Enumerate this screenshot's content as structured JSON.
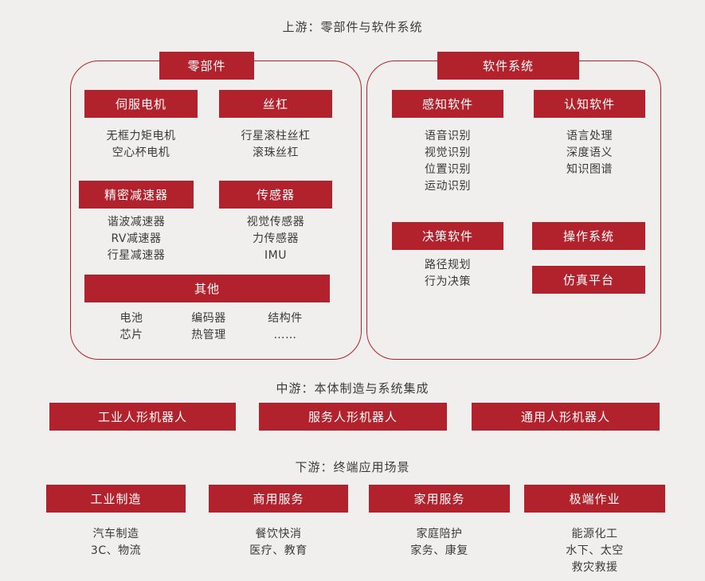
{
  "colors": {
    "accent_red": "#b2222c",
    "background": "#f0efed",
    "text": "#3a3a3a",
    "label_text": "#ffffff"
  },
  "upstream": {
    "title": "上游：零部件与软件系统",
    "components": {
      "tab": "零部件",
      "groups": [
        {
          "label": "伺服电机",
          "items": [
            "无框力矩电机",
            "空心杯电机"
          ]
        },
        {
          "label": "丝杠",
          "items": [
            "行星滚柱丝杠",
            "滚珠丝杠"
          ]
        },
        {
          "label": "精密减速器",
          "items": [
            "谐波减速器",
            "RV减速器",
            "行星减速器"
          ]
        },
        {
          "label": "传感器",
          "items": [
            "视觉传感器",
            "力传感器",
            "IMU"
          ]
        }
      ],
      "other": {
        "label": "其他",
        "columns": [
          [
            "电池",
            "芯片"
          ],
          [
            "编码器",
            "热管理"
          ],
          [
            "结构件",
            "……"
          ]
        ]
      }
    },
    "software": {
      "tab": "软件系统",
      "groups": [
        {
          "label": "感知软件",
          "items": [
            "语音识别",
            "视觉识别",
            "位置识别",
            "运动识别"
          ]
        },
        {
          "label": "认知软件",
          "items": [
            "语言处理",
            "深度语义",
            "知识图谱"
          ]
        },
        {
          "label": "决策软件",
          "items": [
            "路径规划",
            "行为决策"
          ]
        },
        {
          "label": "操作系统",
          "items": []
        },
        {
          "label": "仿真平台",
          "items": []
        }
      ]
    }
  },
  "midstream": {
    "title": "中游：本体制造与系统集成",
    "bars": [
      "工业人形机器人",
      "服务人形机器人",
      "通用人形机器人"
    ]
  },
  "downstream": {
    "title": "下游：终端应用场景",
    "bars": [
      {
        "label": "工业制造",
        "items": [
          "汽车制造",
          "3C、物流"
        ]
      },
      {
        "label": "商用服务",
        "items": [
          "餐饮快消",
          "医疗、教育"
        ]
      },
      {
        "label": "家用服务",
        "items": [
          "家庭陪护",
          "家务、康复"
        ]
      },
      {
        "label": "极端作业",
        "items": [
          "能源化工",
          "水下、太空",
          "救灾救援"
        ]
      }
    ]
  }
}
